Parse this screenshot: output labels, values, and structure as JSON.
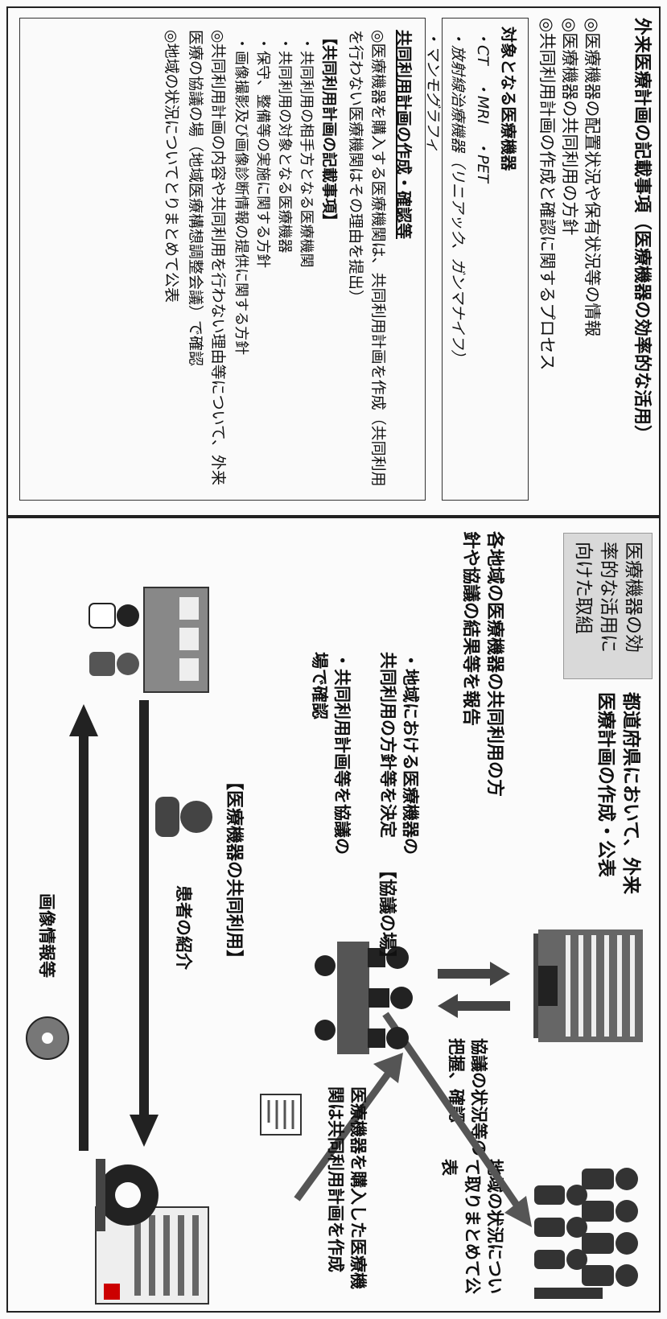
{
  "left": {
    "heading": "外来医療計画の記載事項（医療機器の効率的な活用）",
    "bullets": [
      "◎医療機器の配置状況や保有状況等の情報",
      "◎医療機器の共同利用の方針",
      "◎共同利用計画の作成と確認に関するプロセス"
    ],
    "target_box": {
      "title": "対象となる医療機器",
      "lines": [
        "・CT　・MRI　・PET",
        "・放射線治療機器（リニアック、ガンマナイフ）",
        "・マンモグラフィ"
      ]
    },
    "plan_box": {
      "title": "共同利用計画の作成・確認等",
      "para1": "◎医療機器を購入する医療機関は、共同利用計画を作成（共同利用を行わない医療機関はその理由を提出）",
      "sub_title": "【共同利用計画の記載事項】",
      "sub_items": [
        "・共同利用の相手方となる医療機関",
        "・共同利用の対象となる医療機器",
        "・保守、整備等の実施に関する方針",
        "・画像撮影及び画像診断情報の提供に関する方針"
      ],
      "para2": "◎共同利用計画の内容や共同利用を行わない理由等について、外来医療の協議の場（地域医療構想調整会議）で確認",
      "para3": "◎地域の状況についてとりまとめて公表"
    }
  },
  "right": {
    "title": "医療機器の効率的な活用に向けた取組",
    "prefecture_text": "都道府県において、外来医療計画の作成・公表",
    "report_text": "各地域の医療機器の共同利用の方針や協議の結果等を報告",
    "confirm_text": "協議の状況等の把握、確認",
    "forum_label": "【協議の場】",
    "decide_items": [
      "・地域における医療機器の共同利用の方針等を決定",
      "・共同利用計画等を協議の場で確認"
    ],
    "publish_text": "地域の状況について取りまとめて公表",
    "purchase_text": "医療機器を購入した医療機関は共同利用計画を作成",
    "share_label": "【医療機器の共同利用】",
    "referral_label": "患者の紹介",
    "image_label": "画像情報等"
  }
}
